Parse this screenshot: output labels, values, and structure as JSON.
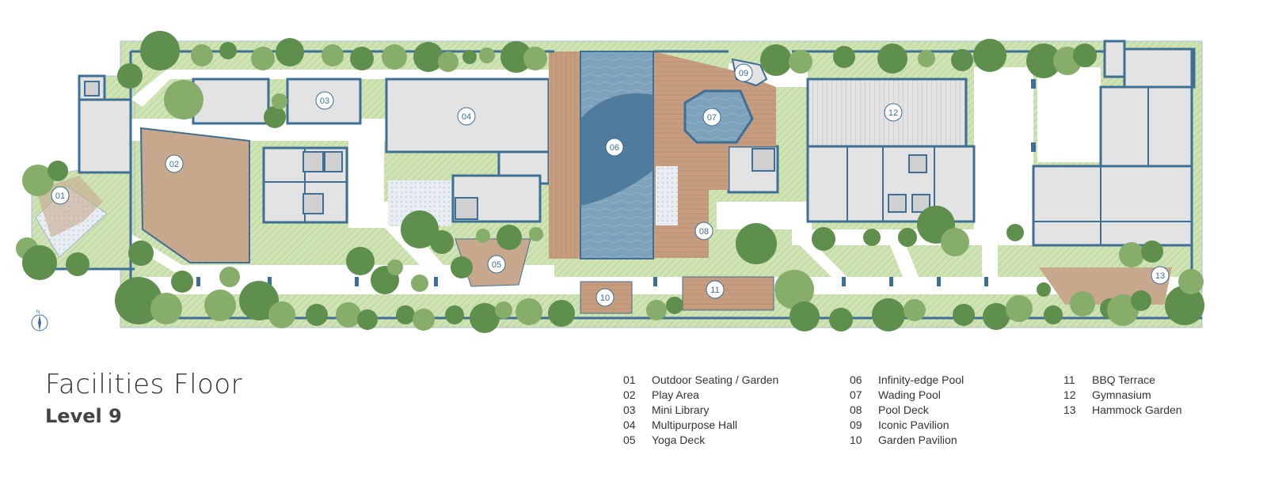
{
  "title": "Facilities Floor",
  "subtitle": "Level 9",
  "legend": [
    {
      "num": "01",
      "label": "Outdoor Seating / Garden"
    },
    {
      "num": "02",
      "label": "Play Area"
    },
    {
      "num": "03",
      "label": "Mini Library"
    },
    {
      "num": "04",
      "label": "Multipurpose Hall"
    },
    {
      "num": "05",
      "label": "Yoga Deck"
    },
    {
      "num": "06",
      "label": "Infinity-edge Pool"
    },
    {
      "num": "07",
      "label": "Wading Pool"
    },
    {
      "num": "08",
      "label": "Pool Deck"
    },
    {
      "num": "09",
      "label": "Iconic Pavilion"
    },
    {
      "num": "10",
      "label": "Garden Pavilion"
    },
    {
      "num": "11",
      "label": "BBQ Terrace"
    },
    {
      "num": "12",
      "label": "Gymnasium"
    },
    {
      "num": "13",
      "label": "Hammock Garden"
    }
  ],
  "markers": [
    "01",
    "02",
    "03",
    "04",
    "05",
    "06",
    "07",
    "08",
    "09",
    "10",
    "11",
    "12",
    "13"
  ],
  "compass_label": "N",
  "colors": {
    "wall": "#3f6f94",
    "room": "#e3e3e3",
    "garden": "#cfe3b4",
    "tree_dark": "#5e8f4c",
    "tree_light": "#86ad6a",
    "deck": "#c9a488",
    "pool": "#6e93ad",
    "path": "#ffffff"
  }
}
